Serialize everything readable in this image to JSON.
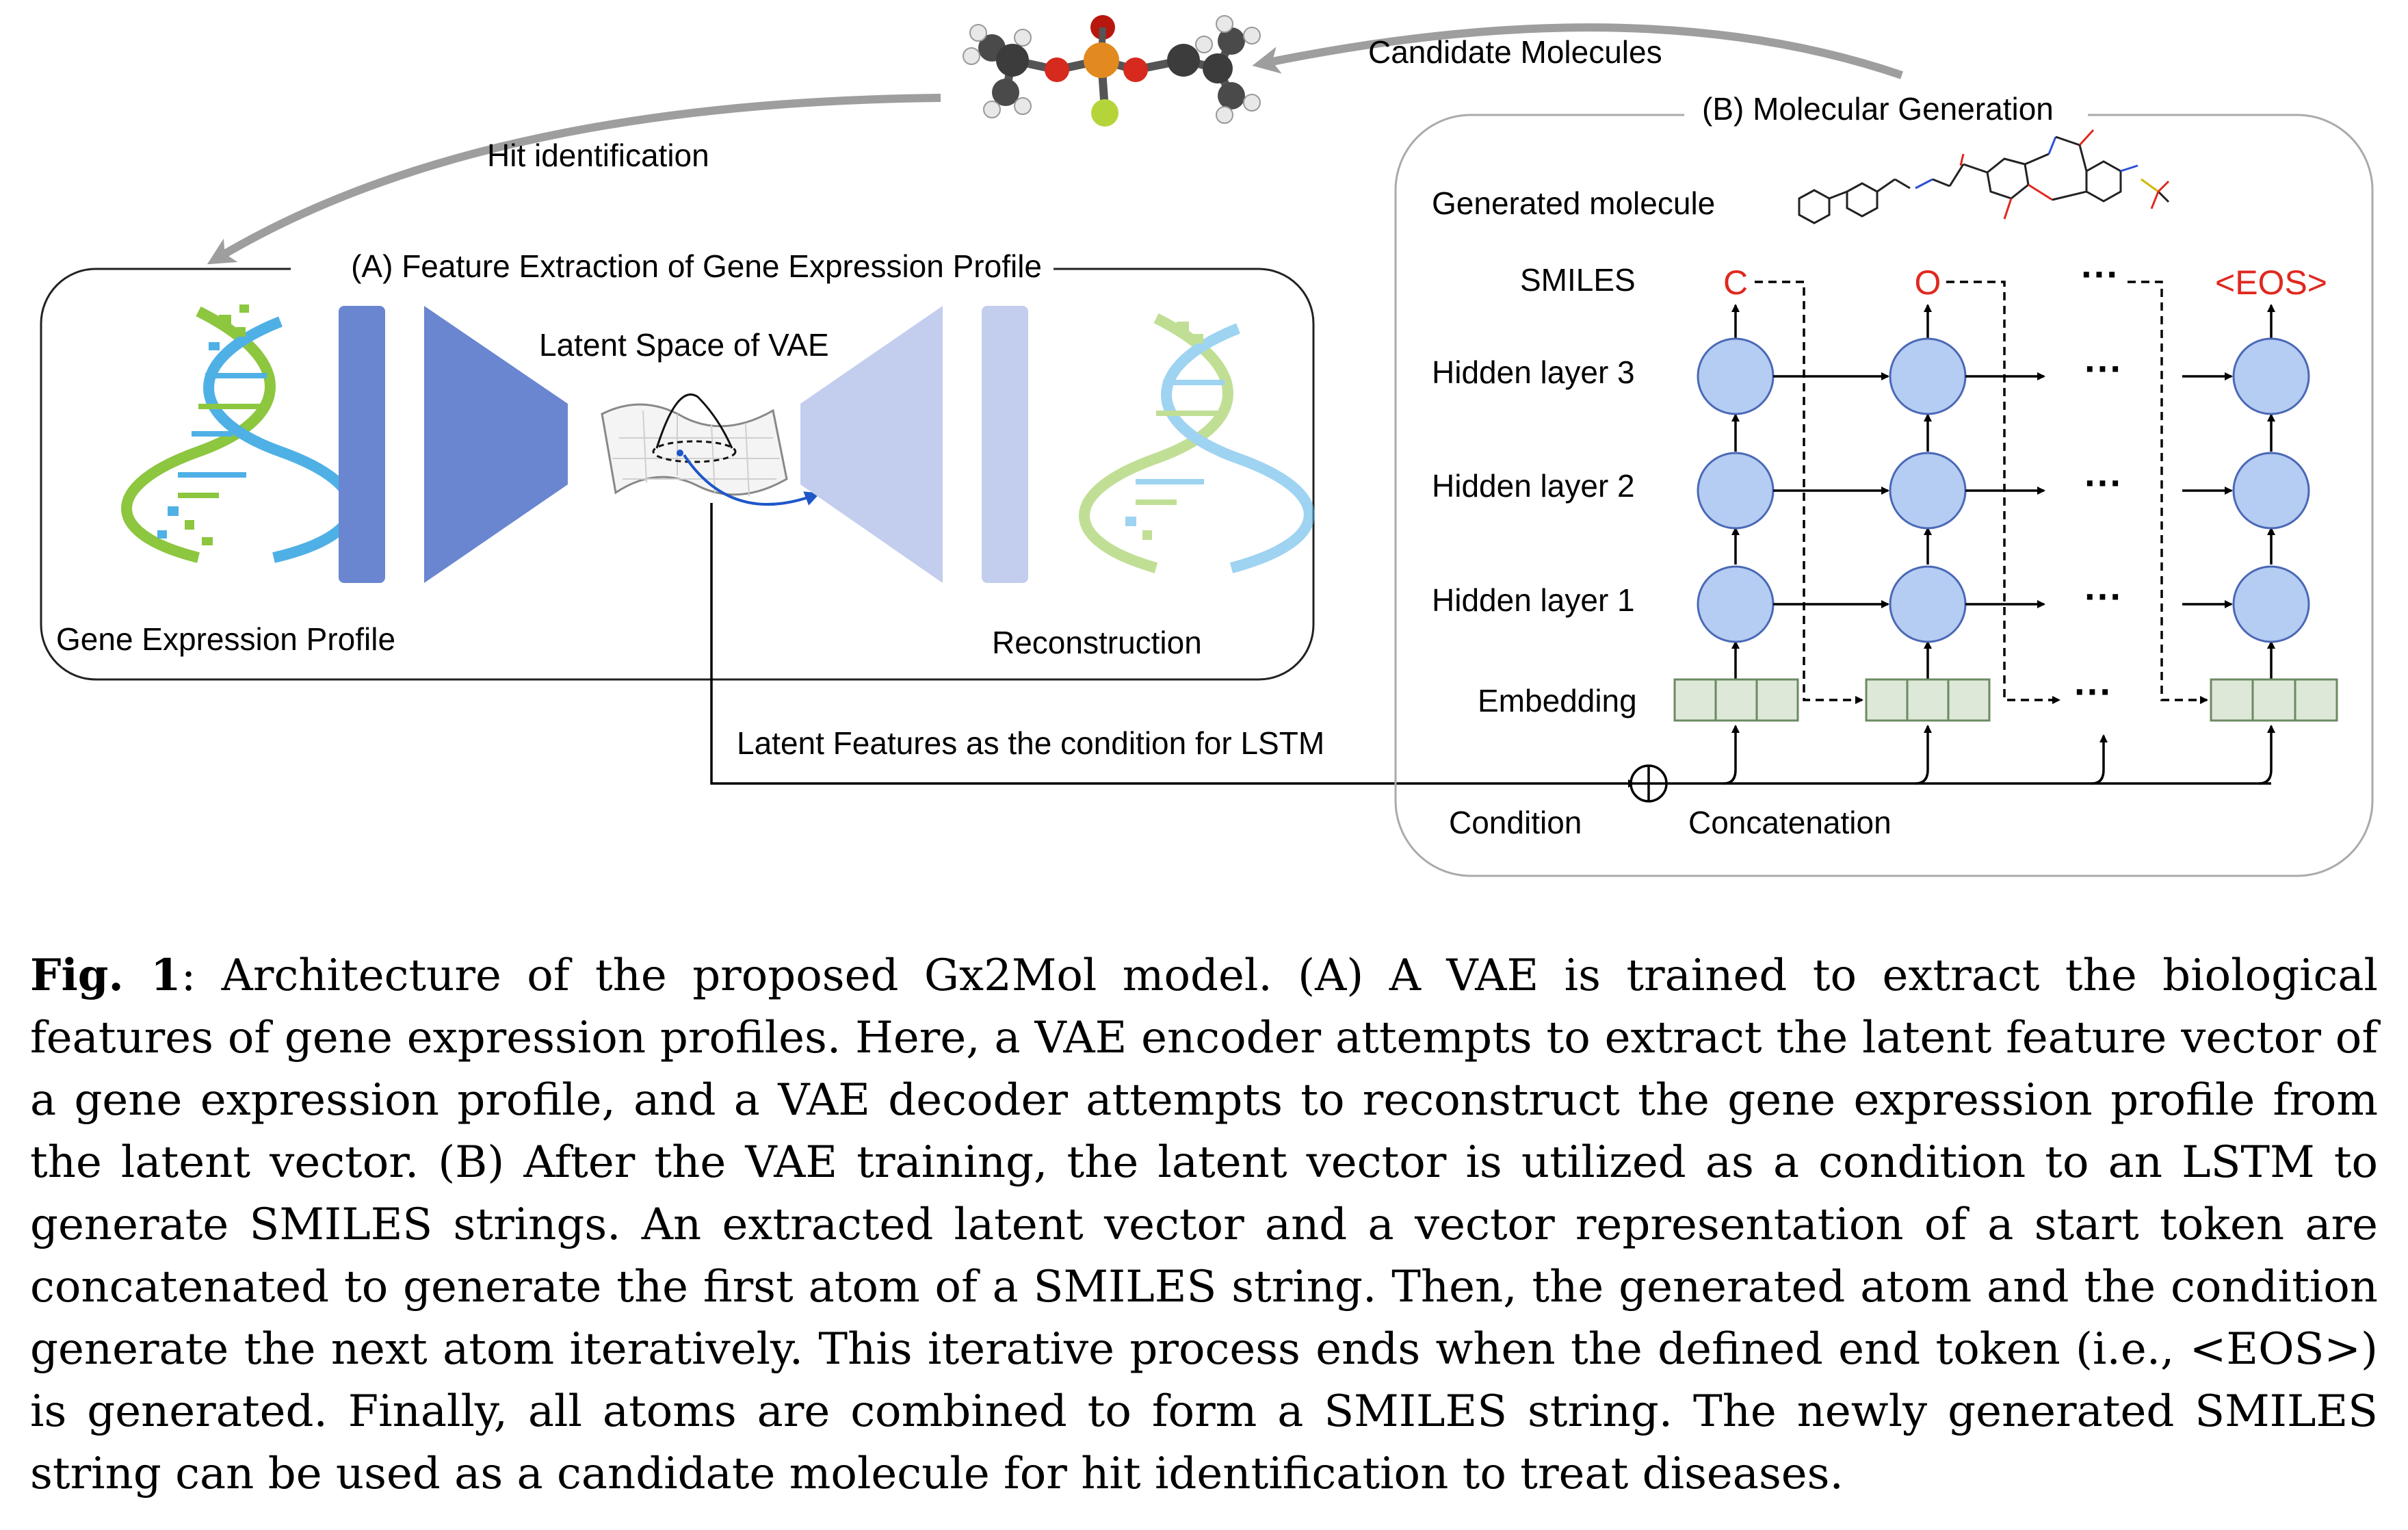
{
  "figure": {
    "candidate_molecules": "Candidate Molecules",
    "hit_identification": "Hit identification",
    "panel_a": {
      "title": "(A) Feature Extraction of Gene Expression Profile",
      "latent_space": "Latent Space of VAE",
      "gene_expression_profile": "Gene Expression Profile",
      "reconstruction": "Reconstruction"
    },
    "latent_features_label": "Latent Features as the condition for LSTM",
    "condition": "Condition",
    "concatenation": "Concatenation",
    "panel_b": {
      "title": "(B) Molecular Generation",
      "generated_molecule": "Generated molecule",
      "smiles": "SMILES",
      "hidden_layer_3": "Hidden layer 3",
      "hidden_layer_2": "Hidden layer 2",
      "hidden_layer_1": "Hidden layer 1",
      "embedding": "Embedding",
      "tokens": [
        "C",
        "O",
        "···",
        "<EOS>"
      ],
      "ellipsis": "···"
    },
    "colors": {
      "encoder": "#6a86d0",
      "decoder": "#c3cdee",
      "lstm_node": "#b5ccf3",
      "embedding_cell": "#dde8d8",
      "token_red": "#e0281f",
      "dna_green": "#8dc63f",
      "dna_blue": "#4fb0e6"
    }
  },
  "caption": {
    "label": "Fig. 1",
    "text": ": Architecture of the proposed Gx2Mol model. (A) A VAE is trained to extract the biological features of gene expression profiles. Here, a VAE encoder attempts to extract the latent feature vector of a gene expression profile, and a VAE decoder attempts to reconstruct the gene expression profile from the latent vector. (B) After the VAE training, the latent vector is utilized as a condition to an LSTM to generate SMILES strings. An extracted latent vector and a vector representation of a start token are concatenated to generate the first atom of a SMILES string. Then, the generated atom and the condition generate the next atom iteratively. This iterative process ends when the defined end token (i.e., <EOS>) is generated. Finally, all atoms are combined to form a SMILES string. The newly generated SMILES string can be used as a candidate molecule for hit identification to treat diseases."
  }
}
